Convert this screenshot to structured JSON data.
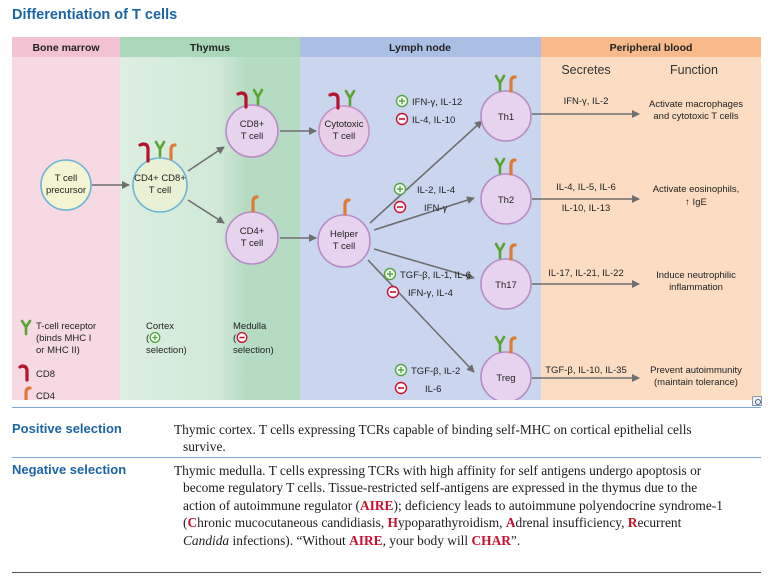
{
  "title": "Differentiation of T cells",
  "zones": {
    "bone_marrow": "Bone marrow",
    "thymus": "Thymus",
    "lymph_node": "Lymph node",
    "peripheral_blood": "Peripheral blood"
  },
  "columns": {
    "secretes": "Secretes",
    "function": "Function"
  },
  "cells": {
    "precursor": [
      "T cell",
      "precursor"
    ],
    "double_positive": [
      "CD4+ CD8+",
      "T cell"
    ],
    "cd8": [
      "CD8+",
      "T cell"
    ],
    "cd4": [
      "CD4+",
      "T cell"
    ],
    "cytotoxic": [
      "Cytotoxic",
      "T cell"
    ],
    "helper": [
      "Helper",
      "T cell"
    ],
    "th1": "Th1",
    "th2": "Th2",
    "th17": "Th17",
    "treg": "Treg"
  },
  "inducers": {
    "th1": {
      "plus": "IFN-γ, IL-12",
      "minus": "IL-4, IL-10"
    },
    "th2": {
      "plus": "IL-2, IL-4",
      "minus": "IFN-γ"
    },
    "th17": {
      "plus": "TGF-β, IL-1, IL-6",
      "minus": "IFN-γ, IL-4"
    },
    "treg": {
      "plus": "TGF-β, IL-2",
      "minus": "IL-6"
    }
  },
  "secretes": {
    "th1": [
      "IFN-γ, IL-2"
    ],
    "th2": [
      "IL-4, IL-5, IL-6",
      "IL-10, IL-13"
    ],
    "th17": [
      "IL-17, IL-21, IL-22"
    ],
    "treg": [
      "TGF-β, IL-10, IL-35"
    ]
  },
  "functions": {
    "th1": [
      "Activate macrophages",
      "and cytotoxic T cells"
    ],
    "th2": [
      "Activate eosinophils,",
      "↑ IgE"
    ],
    "th17": [
      "Induce neutrophilic",
      "inflammation"
    ],
    "treg": [
      "Prevent autoimmunity",
      "(maintain tolerance)"
    ]
  },
  "legend": {
    "tcr": [
      "T-cell receptor",
      "(binds MHC I",
      "or MHC II)"
    ],
    "cd8": "CD8",
    "cd4": "CD4"
  },
  "selection_notes": {
    "cortex": [
      "Cortex",
      "(",
      "selection)"
    ],
    "medulla": [
      "Medulla",
      "(",
      "selection)"
    ]
  },
  "colors": {
    "bone_marrow": "#f6d8e2",
    "thymus_cortex": "#d6ecdc",
    "thymus_medulla": "#b6dcc4",
    "lymph_node": "#c9d6ee",
    "peripheral_blood": "#fbdcc2",
    "header_bone_marrow": "#f2bfd0",
    "header_thymus": "#a7d6b6",
    "header_lymph_node": "#a9bde3",
    "header_peripheral_blood": "#f7b887",
    "cell_fill": "#e7d3ee",
    "cell_stroke": "#b78bc6",
    "tcr_green": "#5aa331",
    "cd8_red": "#b5122d",
    "cd4_orange": "#df7a35",
    "plus_green": "#4ea83a",
    "minus_red": "#c8102e",
    "heading_blue": "#1b64a6"
  },
  "definitions": [
    {
      "term": "Positive selection",
      "lines": [
        "Thymic cortex. T cells expressing TCRs capable of binding self-MHC on cortical epithelial cells",
        "survive."
      ]
    },
    {
      "term": "Negative selection",
      "lines": [
        "Thymic medulla. T cells expressing TCRs with high affinity for self antigens undergo apoptosis or",
        "become regulatory T cells. Tissue-restricted self-antigens are expressed in the thymus due to the",
        "action of autoimmune regulator (AIRE); deficiency leads to autoimmune polyendocrine syndrome-1",
        "(Chronic mucocutaneous candidiasis, Hypoparathyroidism, Adrenal insufficiency, Recurrent",
        "Candida infections). “Without AIRE, your body will CHAR”."
      ]
    }
  ]
}
